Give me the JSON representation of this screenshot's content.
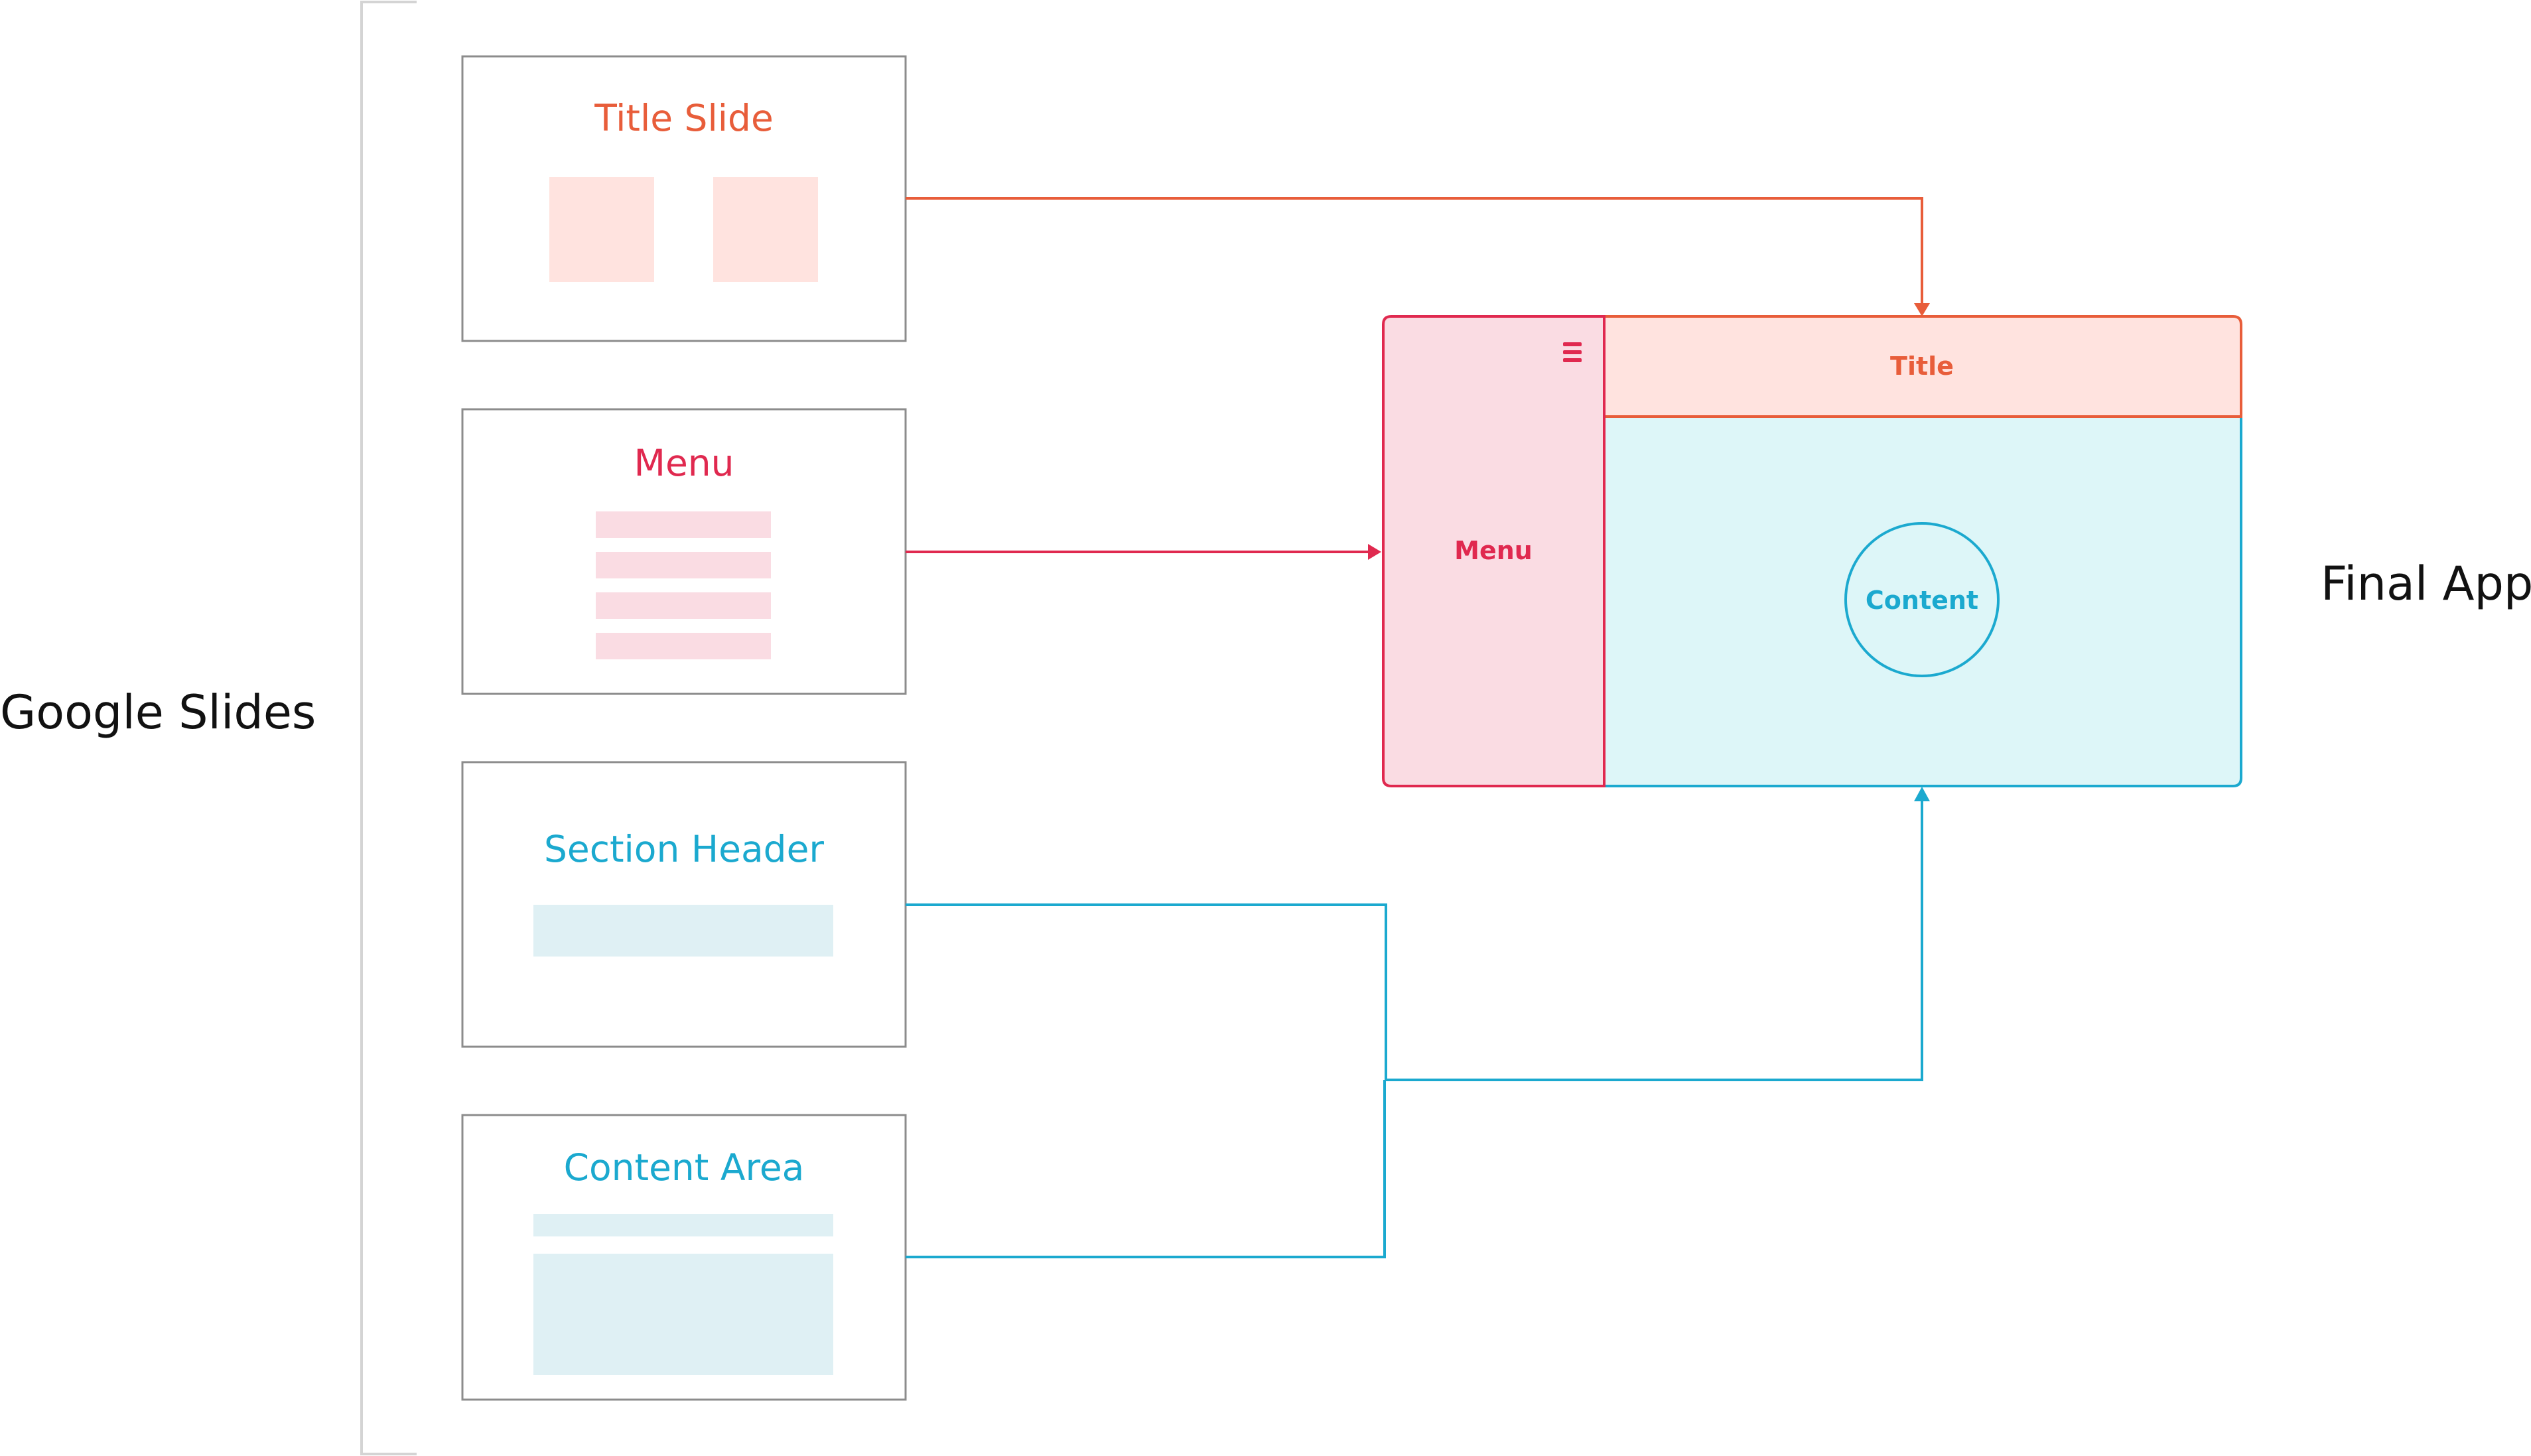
{
  "colors": {
    "orange": "#E85D3A",
    "red": "#E0294F",
    "blue": "#1BA9CF",
    "orange_fill": "#FFE3DF",
    "red_fill": "#FADCE3",
    "blue_fill": "#DDF6F8",
    "blue_placeholder": "#DFF0F4",
    "slide_border": "#8C8C8C",
    "bracket": "#D4D4D4"
  },
  "left_label": "Google Slides",
  "right_label": "Final App",
  "slides": {
    "title_slide": {
      "title": "Title Slide"
    },
    "menu": {
      "title": "Menu"
    },
    "section_header": {
      "title": "Section Header"
    },
    "content_area": {
      "title": "Content Area"
    }
  },
  "app": {
    "title": "Title",
    "menu": "Menu",
    "content": "Content",
    "menu_icon": "hamburger-menu-icon"
  }
}
